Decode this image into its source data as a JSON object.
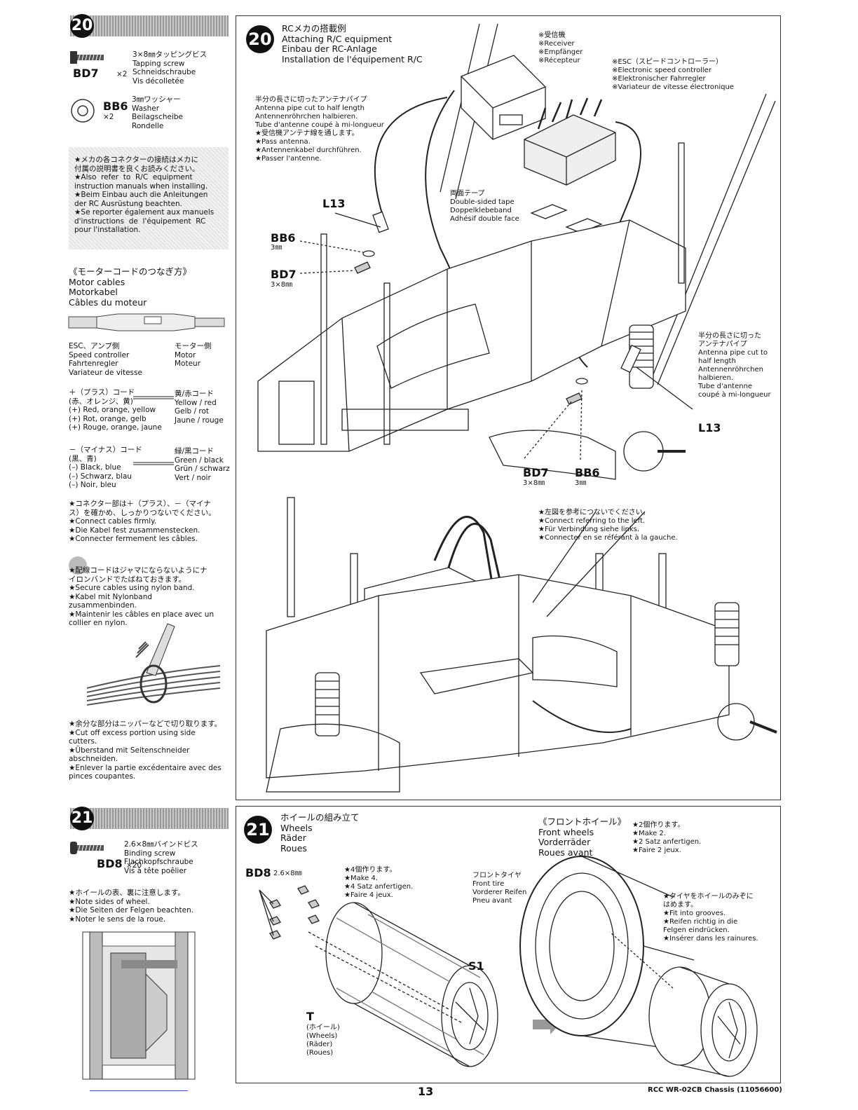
{
  "left": {
    "step20": {
      "number": "20",
      "bd7": {
        "desc": "3×8㎜タッピングビス\nTapping screw\nSchneidschraube\nVis décolletée",
        "code": "BD7",
        "qty": "×2"
      },
      "bb6": {
        "desc": "3㎜ワッシャー\nWasher\nBeilagscheibe\nRondelle",
        "code": "BB6",
        "qty": "×2"
      },
      "note_box": "★メカの各コネクターの接続はメカに\n付属の説明書を良くお読みください。\n★Also  refer  to  R/C  equipment\ninstruction manuals when installing.\n★Beim Einbau auch die Anleitungen\nder RC Ausrüstung beachten.\n★Se reporter également aux manuels\nd'instructions  de  l'équipement  RC\npour l'installation.",
      "motor_title": "《モーターコードのつなぎ方》\nMotor cables\nMotorkabel\nCâbles du moteur",
      "esc_side": "ESC、アンプ側\nSpeed controller\nFahrtenregler\nVariateur de vitesse",
      "motor_side": "モーター側\nMotor\nMoteur",
      "plus_cord": "＋（プラス）コード\n(赤、オレンジ、黄)\n(+) Red, orange, yellow\n(+) Rot, orange, gelb\n(+) Rouge, orange, jaune",
      "yellow_cord": "黄/赤コード\nYellow / red\nGelb / rot\nJaune / rouge",
      "minus_cord": "－（マイナス）コード\n(黒、青)\n(–) Black, blue\n(–) Schwarz, blau\n(–) Noir, bleu",
      "green_cord": "緑/黒コード\nGreen / black\nGrün / schwarz\nVert / noir",
      "connect_note": "★コネクター部は＋（プラス）、－（マイナ\nス）を確かめ、しっかりつないでください。\n★Connect cables firmly.\n★Die Kabel fest zusammenstecken.\n★Connecter fermement les câbles.",
      "nylon_note": "★配線コードはジャマにならないようにナ\nイロンバンドでたばねておきます。\n★Secure cables using nylon band.\n★Kabel mit Nylonband\nzusammenbinden.\n★Maintenir les câbles en place avec un\ncollier en nylon.",
      "cut_note": "★余分な部分はニッパーなどで切り取ります。\n★Cut off excess portion using side\ncutters.\n★Überstand mit Seitenschneider\nabschneiden.\n★Enlever la partie excédentaire avec des\npinces coupantes."
    },
    "step21": {
      "number": "21",
      "bd8": {
        "desc": "2.6×8㎜バインドビス\nBinding screw\nFlachkopfschraube\nVis à tête poêlier",
        "code": "BD8",
        "qty": "×20"
      },
      "wheel_note": "★ホイールの表、裏に注意します。\n★Note sides of wheel.\n★Die Seiten der Felgen beachten.\n★Noter le sens de la roue."
    }
  },
  "main20": {
    "number": "20",
    "title": "RCメカの搭載例\nAttaching R/C equipment\nEinbau der RC-Anlage\nInstallation de l'équipement R/C",
    "receiver": "※受信機\n※Receiver\n※Empfänger\n※Récepteur",
    "esc": "※ESC（スピードコントローラー）\n※Electronic speed controller\n※Elektronischer Fahrregler\n※Variateur de vitesse électronique",
    "antenna_pipe": "半分の長さに切ったアンテナパイプ\nAntenna pipe cut to half length\nAntennenröhrchen halbieren.\nTube d'antenne coupé à mi-longueur\n★受信機アンテナ線を通します。\n★Pass antenna.\n★Antennenkabel durchführen.\n★Passer l'antenne.",
    "tape": "両面テープ\nDouble-sided tape\nDoppelklebeband\nAdhésif double face",
    "l13_a": "L13",
    "bb6_a": "BB6",
    "bb6_a_size": "3㎜",
    "bd7_a": "BD7",
    "bd7_a_size": "3×8㎜",
    "antenna_pipe_right": "半分の長さに切った\nアンテナパイプ\nAntenna pipe cut to\nhalf length\nAntennenröhrchen\nhalbieren.\nTube d'antenne\ncoupé à mi-longueur",
    "l13_b": "L13",
    "bd7_b": "BD7",
    "bd7_b_size": "3×8㎜",
    "bb6_b": "BB6",
    "bb6_b_size": "3㎜",
    "connect_left": "★左図を参考につないでください。\n★Connect referring to the left.\n★Für Verbindung siehe links.\n★Connecter en se référant à la gauche."
  },
  "main21": {
    "number": "21",
    "title": "ホイールの組み立て\nWheels\nRäder\nRoues",
    "bd8": "BD8",
    "bd8_size": "2.6×8㎜",
    "make4": "★4個作ります。\n★Make 4.\n★4 Satz anfertigen.\n★Faire 4 jeux.",
    "front_wheels": "《フロントホイール》\nFront wheels\nVorderräder\nRoues avant",
    "make2": "★2個作ります。\n★Make 2.\n★2 Satz anfertigen.\n★Faire 2 jeux.",
    "front_tire": "フロントタイヤ\nFront tire\nVorderer Reifen\nPneu avant",
    "fit_grooves": "★タイヤをホイールのみぞに\nはめます。\n★Fit into grooves.\n★Reifen richtig in die\nFelgen eindrücken.\n★Insérer dans les rainures.",
    "s1": "S1",
    "t": "T",
    "t_desc": "(ホイール)\n(Wheels)\n(Räder)\n(Roues)"
  },
  "footer": {
    "page": "13",
    "doc": "RCC WR-02CB Chassis (11056600)"
  }
}
